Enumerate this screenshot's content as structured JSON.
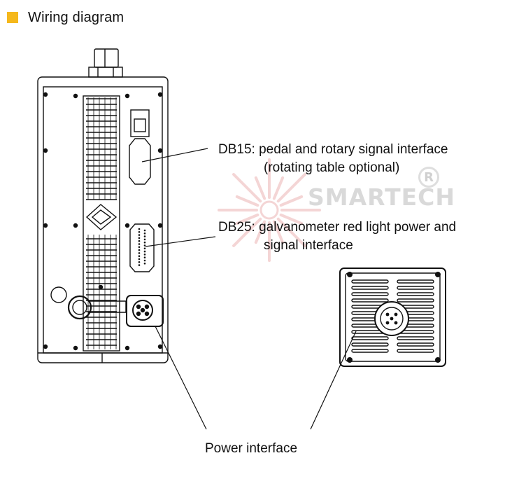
{
  "header": {
    "title": "Wiring diagram"
  },
  "labels": {
    "db15_line1": "DB15: pedal and rotary signal interface",
    "db15_line2": "(rotating table optional)",
    "db25_line1": "DB25: galvanometer red light power and",
    "db25_line2": "signal interface",
    "power": "Power interface"
  },
  "watermark": {
    "text": "SMARTECH",
    "registered": "R"
  },
  "colors": {
    "accent": "#F5B81C",
    "line": "#111111",
    "watermark": "#E8A3A3"
  }
}
